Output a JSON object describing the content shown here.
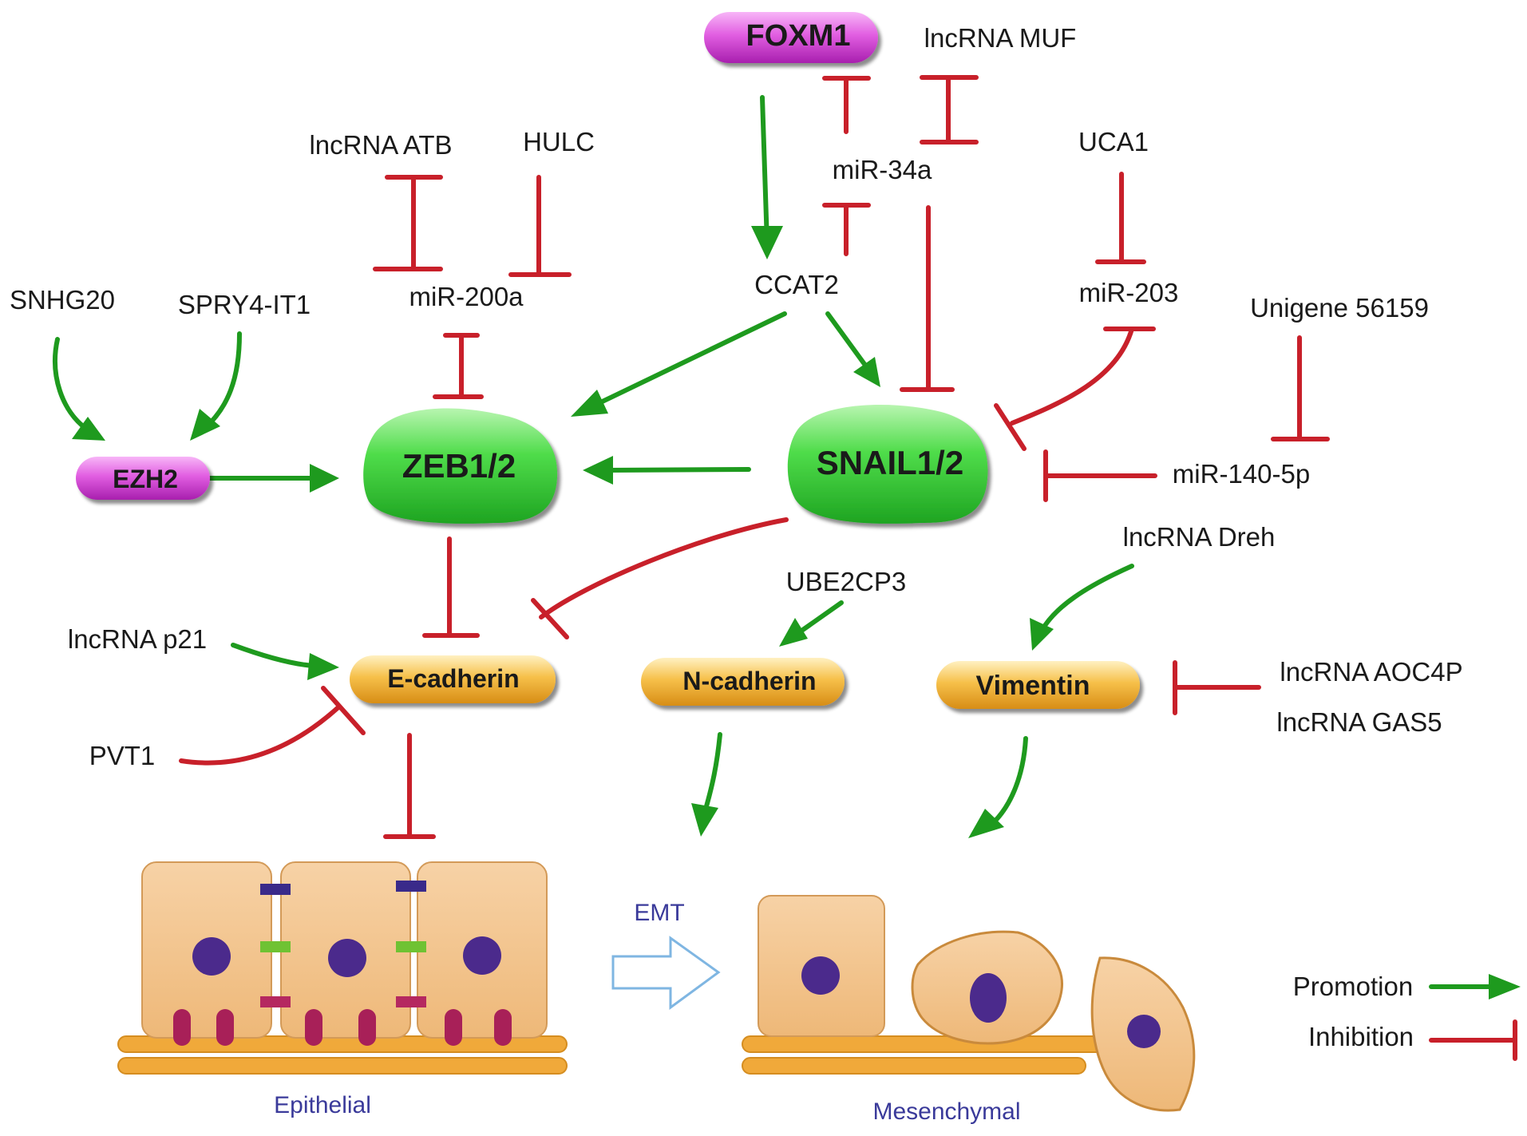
{
  "nodes": {
    "foxm1": "FOXM1",
    "ezh2": "EZH2",
    "zeb": "ZEB1/2",
    "snail": "SNAIL1/2",
    "ecad": "E-cadherin",
    "ncad": "N-cadherin",
    "vim": "Vimentin"
  },
  "labels": {
    "lnc_muf": "lncRNA MUF",
    "mir34a": "miR-34a",
    "ccat2": "CCAT2",
    "lnc_atb": "lncRNA ATB",
    "hulc": "HULC",
    "mir200a": "miR-200a",
    "uca1": "UCA1",
    "mir203": "miR-203",
    "unigene": "Unigene 56159",
    "mir140": "miR-140-5p",
    "snhg20": "SNHG20",
    "spry4": "SPRY4-IT1",
    "lnc_dreh": "lncRNA Dreh",
    "ube2cp3": "UBE2CP3",
    "lnc_p21": "lncRNA p21",
    "pvt1": "PVT1",
    "lnc_aoc4p": "lncRNA AOC4P",
    "lnc_gas5": "lncRNA GAS5",
    "emt": "EMT",
    "epithelial": "Epithelial",
    "mesenchymal": "Mesenchymal"
  },
  "legend": {
    "promotion": "Promotion",
    "inhibition": "Inhibition"
  },
  "colors": {
    "promotion": "#1e9a1e",
    "inhibition": "#c8202a",
    "accent_text": "#3a3a9a",
    "cell_fill": "#f3c48c",
    "cell_stroke": "#c98a3c",
    "nucleus": "#4b2a8c",
    "pink_node": "#d54fd6",
    "green_node": "#3fcf3f",
    "orange_node": "#f2b23c"
  }
}
